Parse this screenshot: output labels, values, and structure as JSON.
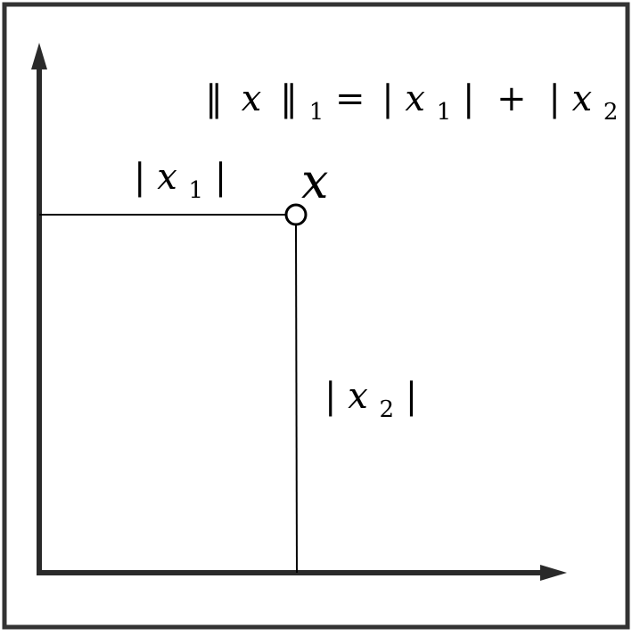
{
  "diagram": {
    "formula": {
      "norm_open": "‖",
      "norm_var": "x",
      "norm_close": "‖",
      "norm_sub": "1",
      "equals": "=",
      "bar1_open": "|",
      "x1": "x",
      "x1_sub": "1",
      "bar1_close": "|",
      "plus": "+",
      "bar2_open": "|",
      "x2": "x",
      "x2_sub": "2",
      "bar2_close": "|"
    },
    "label_x1": {
      "open": "|",
      "var": "x",
      "sub": "1",
      "close": "|"
    },
    "label_x2": {
      "open": "|",
      "var": "x",
      "sub": "2",
      "close": "|"
    },
    "point_label": "x",
    "colors": {
      "stroke": "#000000",
      "axis": "#2a2a2a",
      "frame": "#333333",
      "background": "#ffffff"
    }
  }
}
